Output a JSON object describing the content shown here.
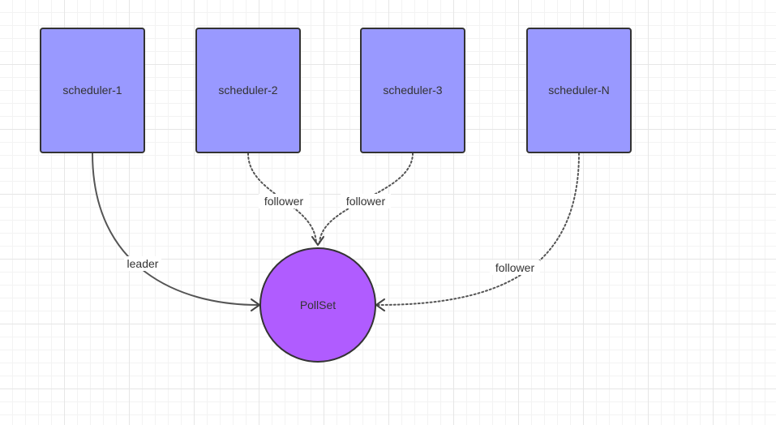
{
  "nodes": {
    "scheduler_1": {
      "label": "scheduler-1"
    },
    "scheduler_2": {
      "label": "scheduler-2"
    },
    "scheduler_3": {
      "label": "scheduler-3"
    },
    "scheduler_n": {
      "label": "scheduler-N"
    },
    "pollset": {
      "label": "PollSet"
    }
  },
  "edges": {
    "e1": {
      "from": "scheduler-1",
      "to": "PollSet",
      "label": "leader",
      "style": "solid"
    },
    "e2": {
      "from": "scheduler-2",
      "to": "PollSet",
      "label": "follower",
      "style": "dotted"
    },
    "e3": {
      "from": "scheduler-3",
      "to": "PollSet",
      "label": "follower",
      "style": "dotted"
    },
    "e4": {
      "from": "scheduler-N",
      "to": "PollSet",
      "label": "follower",
      "style": "dotted"
    }
  },
  "colors": {
    "scheduler_fill": "#9999ff",
    "pollset_fill": "#b05cff",
    "stroke": "#333333"
  }
}
